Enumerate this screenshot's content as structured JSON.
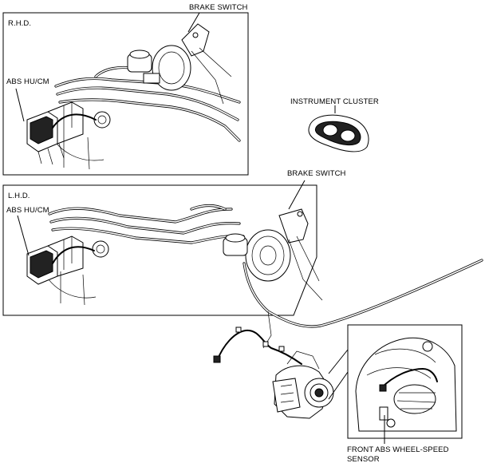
{
  "panels": {
    "rhd": {
      "title": "R.H.D.",
      "abs_label": "ABS HU/CM",
      "brake_label": "BRAKE SWITCH"
    },
    "lhd": {
      "title": "L.H.D.",
      "abs_label": "ABS HU/CM",
      "brake_label": "BRAKE SWITCH"
    }
  },
  "instrument_cluster_label": "INSTRUMENT CLUSTER",
  "sensor_label": {
    "line1": "FRONT ABS WHEEL-SPEED",
    "line2": "SENSOR"
  }
}
